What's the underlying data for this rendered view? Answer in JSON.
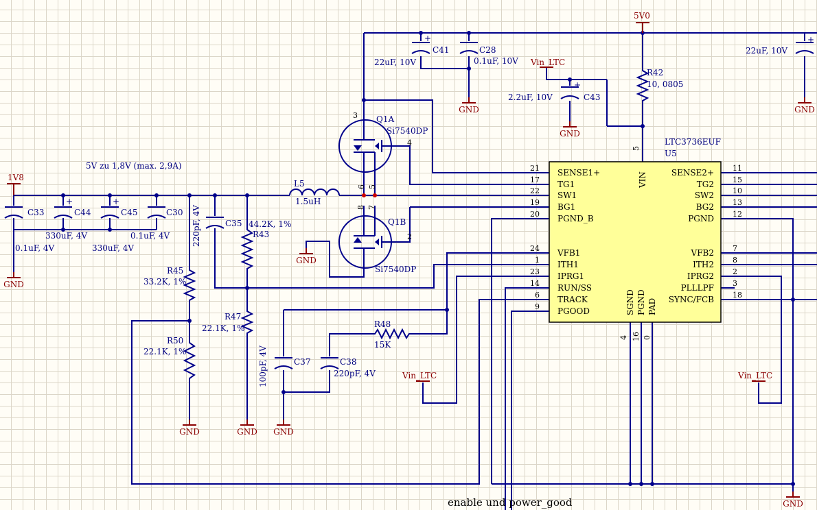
{
  "title_note": "5V zu 1,8V (max. 2,9A)",
  "bottom_note": "enable und power_good",
  "power_ports": {
    "v5": "5V0",
    "v18": "1V8",
    "vin1": "Vin_LTC",
    "vin2": "Vin_LTC",
    "vin3": "Vin_LTC",
    "gnd": "GND"
  },
  "ic": {
    "part": "LTC3736EUF",
    "ref": "U5",
    "left_pins": [
      {
        "num": "21",
        "name": "SENSE1+"
      },
      {
        "num": "17",
        "name": "TG1"
      },
      {
        "num": "22",
        "name": "SW1"
      },
      {
        "num": "19",
        "name": "BG1"
      },
      {
        "num": "20",
        "name": "PGND_B"
      },
      {
        "num": "24",
        "name": "VFB1"
      },
      {
        "num": "1",
        "name": "ITH1"
      },
      {
        "num": "23",
        "name": "IPRG1"
      },
      {
        "num": "14",
        "name": "RUN/SS"
      },
      {
        "num": "6",
        "name": "TRACK"
      },
      {
        "num": "9",
        "name": "PGOOD"
      }
    ],
    "right_pins": [
      {
        "num": "11",
        "name": "SENSE2+"
      },
      {
        "num": "15",
        "name": "TG2"
      },
      {
        "num": "10",
        "name": "SW2"
      },
      {
        "num": "13",
        "name": "BG2"
      },
      {
        "num": "12",
        "name": "PGND"
      },
      {
        "num": "7",
        "name": "VFB2"
      },
      {
        "num": "8",
        "name": "ITH2"
      },
      {
        "num": "2",
        "name": "IPRG2"
      },
      {
        "num": "3",
        "name": "PLLLPF"
      },
      {
        "num": "18",
        "name": "SYNC/FCB"
      }
    ],
    "top_pin": {
      "num": "5",
      "name": "VIN"
    },
    "bottom_pins": [
      {
        "num": "4",
        "name": "SGND"
      },
      {
        "num": "16",
        "name": "PGND"
      },
      {
        "num": "0",
        "name": "PAD"
      }
    ]
  },
  "mosfets": {
    "q1a": {
      "ref": "Q1A",
      "part": "Si7540DP",
      "pins": [
        "3",
        "4",
        "6",
        "5"
      ]
    },
    "q1b": {
      "ref": "Q1B",
      "part": "Si7540DP",
      "pins": [
        "8",
        "7",
        "2"
      ]
    }
  },
  "components": {
    "c41": {
      "ref": "C41",
      "value": "22uF, 10V"
    },
    "c28": {
      "ref": "C28",
      "value": "0.1uF, 10V"
    },
    "c43": {
      "ref": "C43",
      "value": "2.2uF, 10V"
    },
    "r42": {
      "ref": "R42",
      "value": "10, 0805"
    },
    "c_right": {
      "value": "22uF, 10V"
    },
    "l5": {
      "ref": "L5",
      "value": "1.5uH"
    },
    "c33": {
      "ref": "C33",
      "value": "0.1uF, 4V"
    },
    "c44": {
      "ref": "C44",
      "value": "330uF, 4V"
    },
    "c45": {
      "ref": "C45",
      "value": "330uF, 4V"
    },
    "c30": {
      "ref": "C30",
      "value": "0.1uF, 4V"
    },
    "c35": {
      "ref": "C35",
      "value": "220pF, 4V"
    },
    "r43": {
      "ref": "R43",
      "value": "44.2K, 1%"
    },
    "r45": {
      "ref": "R45",
      "value": "33.2K, 1%"
    },
    "r47": {
      "ref": "R47",
      "value": "22.1K, 1%"
    },
    "r50": {
      "ref": "R50",
      "value": "22.1K, 1%"
    },
    "r48": {
      "ref": "R48",
      "value": "15K"
    },
    "c37": {
      "ref": "C37",
      "value": "100pF, 4V"
    },
    "c38": {
      "ref": "C38",
      "value": "220pF, 4V"
    }
  },
  "colors": {
    "wire": "#00008b",
    "power": "#8b0000",
    "ic_fill": "#ffff99",
    "grid": "#dcd6c8"
  }
}
